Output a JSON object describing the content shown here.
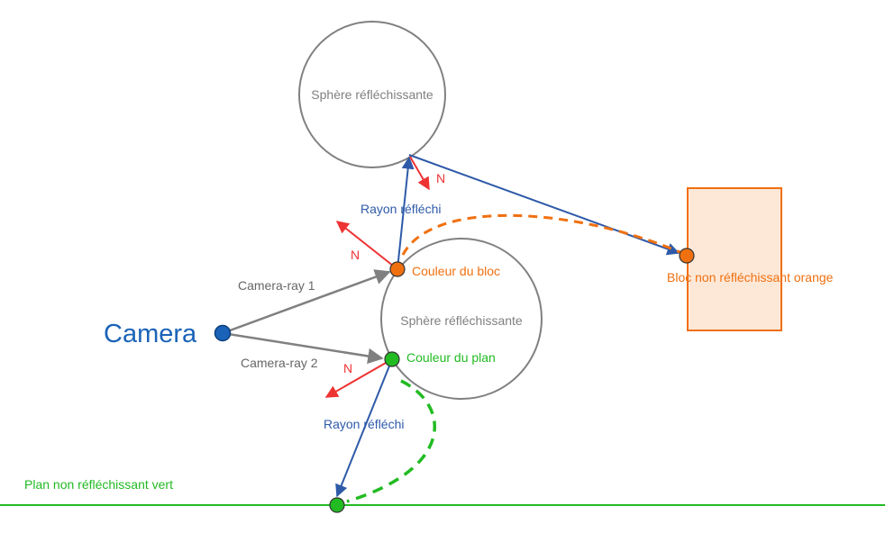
{
  "colors": {
    "gray": "#808080",
    "blue": "#2e5aa8",
    "red": "#ee3333",
    "orange": "#f07010",
    "green": "#22bb22",
    "camera_blue": "#1a63b8",
    "block_fill": "#fde8d8"
  },
  "labels": {
    "camera": "Camera",
    "camera_ray_1": "Camera-ray 1",
    "camera_ray_2": "Camera-ray 2",
    "top_sphere": "Sphère réfléchissante",
    "middle_sphere": "Sphère réfléchissante",
    "block_color": "Couleur du bloc",
    "plane_color": "Couleur du plan",
    "reflected_ray_top": "Rayon réfléchi",
    "reflected_ray_bottom": "Rayon réfléchi",
    "normal_1": "N",
    "normal_2": "N",
    "normal_3": "N",
    "orange_block": "Bloc non réfléchissant orange",
    "green_plane": "Plan non réfléchissant vert"
  }
}
